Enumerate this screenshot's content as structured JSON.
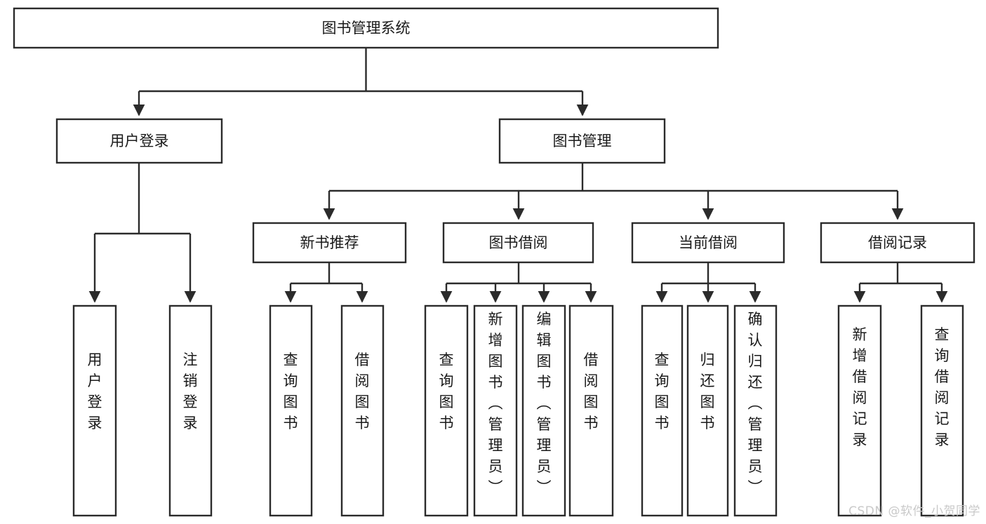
{
  "diagram": {
    "type": "tree",
    "title": "图书管理系统",
    "watermark": "CSDN @软件_小贺同学",
    "colors": {
      "box_stroke": "#2b2b2b",
      "box_fill": "#ffffff",
      "text": "#1a1a1a",
      "background": "#ffffff",
      "watermark": "#c9c9c9"
    },
    "nodes": {
      "root": {
        "label": "图书管理系统"
      },
      "level2": [
        {
          "label": "用户登录"
        },
        {
          "label": "图书管理"
        }
      ],
      "level3": [
        {
          "label": "新书推荐"
        },
        {
          "label": "图书借阅"
        },
        {
          "label": "当前借阅"
        },
        {
          "label": "借阅记录"
        }
      ],
      "leaves": {
        "user_login": [
          {
            "label": "用户登录"
          },
          {
            "label": "注销登录"
          }
        ],
        "new_book_recommend": [
          {
            "label": "查询图书"
          },
          {
            "label": "借阅图书"
          }
        ],
        "book_borrow": [
          {
            "label": "查询图书"
          },
          {
            "label": "新增图书（管理员）"
          },
          {
            "label": "编辑图书（管理员）"
          },
          {
            "label": "借阅图书"
          }
        ],
        "current_borrow": [
          {
            "label": "查询图书"
          },
          {
            "label": "归还图书"
          },
          {
            "label": "确认归还（管理员）"
          }
        ],
        "borrow_record": [
          {
            "label": "新增借阅记录"
          },
          {
            "label": "查询借阅记录"
          }
        ]
      }
    }
  }
}
